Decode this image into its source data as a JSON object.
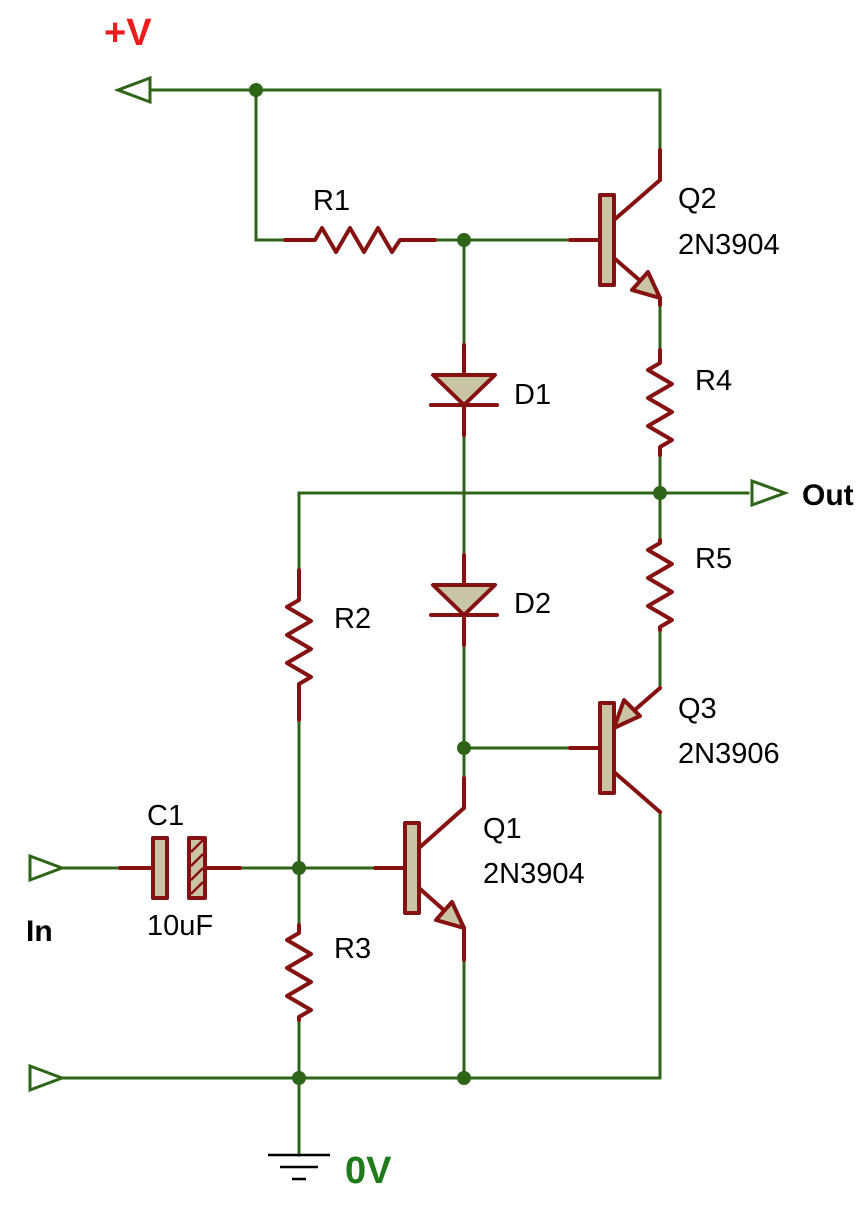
{
  "rails": {
    "positive": {
      "label": "+V",
      "color": "#ee1c1c"
    },
    "ground": {
      "label": "0V",
      "color": "#1f7a1a"
    }
  },
  "ports": {
    "output": "Out",
    "input": "In"
  },
  "components": {
    "R1": {
      "ref": "R1"
    },
    "R2": {
      "ref": "R2"
    },
    "R3": {
      "ref": "R3"
    },
    "R4": {
      "ref": "R4"
    },
    "R5": {
      "ref": "R5"
    },
    "D1": {
      "ref": "D1"
    },
    "D2": {
      "ref": "D2"
    },
    "C1": {
      "ref": "C1",
      "value": "10uF"
    },
    "Q1": {
      "ref": "Q1",
      "part": "2N3904"
    },
    "Q2": {
      "ref": "Q2",
      "part": "2N3904"
    },
    "Q3": {
      "ref": "Q3",
      "part": "2N3906"
    }
  },
  "colors": {
    "wire": "#2d6418",
    "component": "#861111",
    "component_body": "#c9c4a5"
  }
}
